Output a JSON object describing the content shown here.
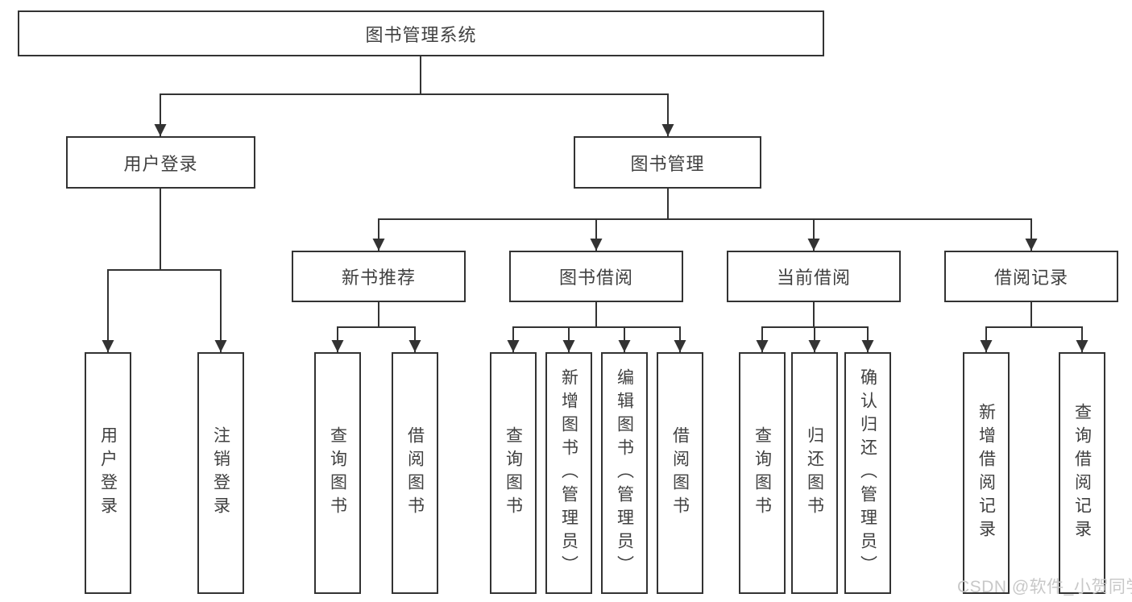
{
  "diagram_type": "hierarchy",
  "tree": {
    "label": "图书管理系统",
    "children": [
      {
        "label": "用户登录",
        "children": [
          {
            "label": "用户登录"
          },
          {
            "label": "注销登录"
          }
        ]
      },
      {
        "label": "图书管理",
        "children": [
          {
            "label": "新书推荐",
            "children": [
              {
                "label": "查询图书"
              },
              {
                "label": "借阅图书"
              }
            ]
          },
          {
            "label": "图书借阅",
            "children": [
              {
                "label": "查询图书"
              },
              {
                "label": "新增图书（管理员）"
              },
              {
                "label": "编辑图书（管理员）"
              },
              {
                "label": "借阅图书"
              }
            ]
          },
          {
            "label": "当前借阅",
            "children": [
              {
                "label": "查询图书"
              },
              {
                "label": "归还图书"
              },
              {
                "label": "确认归还（管理员）"
              }
            ]
          },
          {
            "label": "借阅记录",
            "children": [
              {
                "label": "新增借阅记录"
              },
              {
                "label": "查询借阅记录"
              }
            ]
          }
        ]
      }
    ]
  },
  "watermark": {
    "text": "CSDN @软件_小贺同学"
  },
  "colors": {
    "line": "#333333",
    "box_border": "#333333",
    "text": "#404040",
    "background": "#ffffff",
    "watermark": "#c8c8c8"
  }
}
